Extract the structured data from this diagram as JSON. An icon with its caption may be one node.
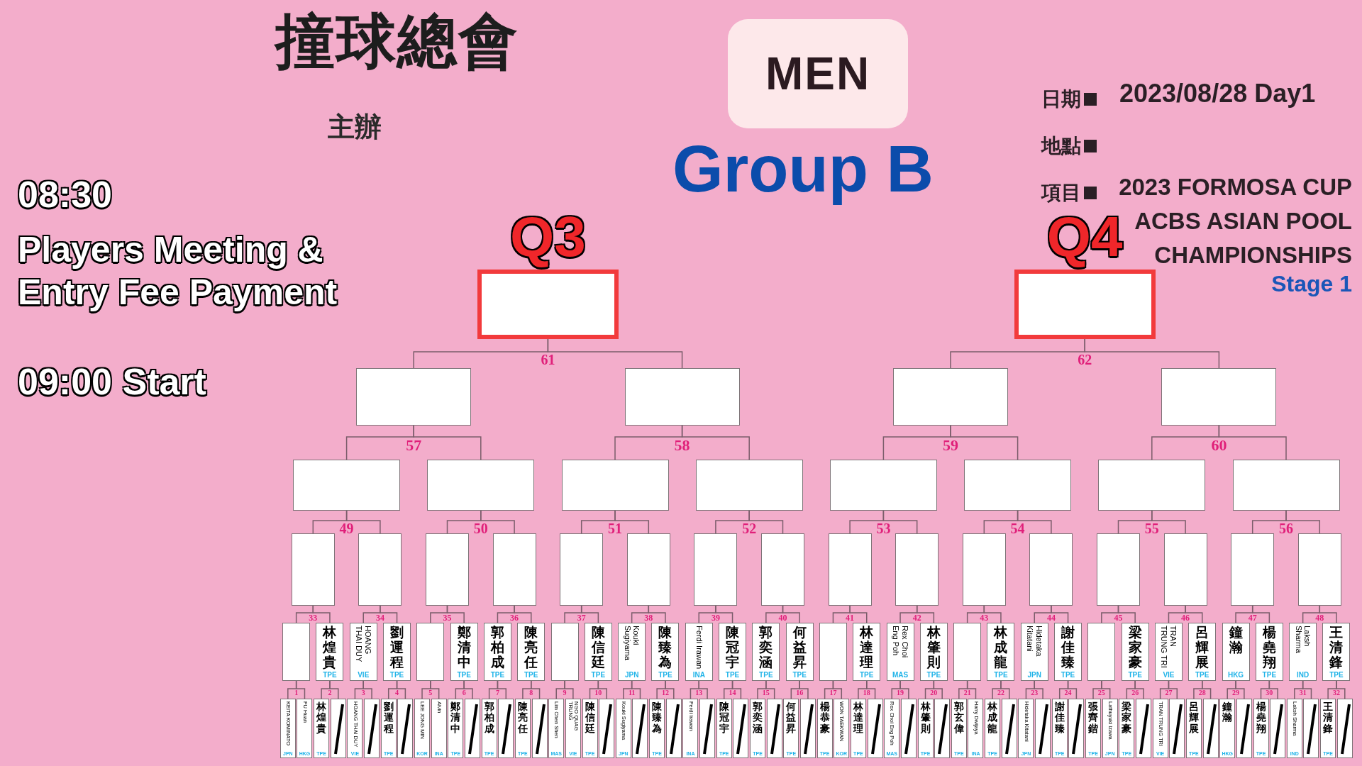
{
  "diagram": {
    "title": "Group B",
    "nodes": [
      {
        "text": [
          "MEN"
        ]
      },
      {
        "text": [
          "Q3"
        ]
      },
      {
        "text": [
          "Q4"
        ]
      },
      {
        "text": [],
        "shape": "box"
      },
      {
        "text": [],
        "shape": "box"
      },
      {
        "text": [],
        "shape": "box"
      },
      {
        "text": [],
        "shape": "box"
      },
      {
        "text": [],
        "shape": "box"
      },
      {
        "text": [],
        "shape": "box"
      },
      {
        "text": [],
        "shape": "box"
      },
      {
        "text": [],
        "shape": "box"
      },
      {
        "text": [],
        "shape": "box"
      },
      {
        "text": [],
        "shape": "box"
      },
      {
        "text": [],
        "shape": "box"
      },
      {
        "text": [],
        "shape": "box"
      },
      {
        "text": [],
        "shape": "box"
      },
      {
        "text": [],
        "shape": "box"
      },
      {
        "text": [],
        "shape": "box"
      },
      {
        "text": [],
        "shape": "box"
      },
      {
        "text": [],
        "shape": "box"
      },
      {
        "text": [],
        "shape": "box"
      },
      {
        "text": [],
        "shape": "box"
      },
      {
        "text": [],
        "shape": "box"
      },
      {
        "text": [],
        "shape": "box"
      },
      {
        "text": [],
        "shape": "box"
      },
      {
        "text": [],
        "shape": "box"
      },
      {
        "text": [],
        "shape": "box"
      },
      {
        "text": [],
        "shape": "box"
      },
      {
        "text": [],
        "shape": "box"
      },
      {
        "text": [],
        "shape": "box"
      },
      {
        "text": [],
        "shape": "box"
      },
      {
        "text": [],
        "shape": "box"
      },
      {
        "text": [
          "林煌貴",
          "TPE"
        ]
      },
      {
        "text": [
          "HOANG THAI DUY",
          "VIE"
        ]
      },
      {
        "text": [
          "劉運程",
          "TPE"
        ]
      },
      {
        "text": [],
        "shape": "box"
      },
      {
        "text": [
          "鄭清中",
          "TPE"
        ]
      },
      {
        "text": [
          "郭柏成",
          "TPE"
        ]
      },
      {
        "text": [
          "陳亮任",
          "TPE"
        ]
      },
      {
        "text": [],
        "shape": "box"
      },
      {
        "text": [
          "陳信廷",
          "TPE"
        ]
      },
      {
        "text": [
          "Kouki Sugiyama",
          "JPN"
        ]
      },
      {
        "text": [
          "陳臻為",
          "TPE"
        ]
      },
      {
        "text": [
          "Ferdi Irawan",
          "INA"
        ]
      },
      {
        "text": [
          "陳冠宇",
          "TPE"
        ]
      },
      {
        "text": [
          "郭奕涵",
          "TPE"
        ]
      },
      {
        "text": [
          "何益昇",
          "TPE"
        ]
      },
      {
        "text": [],
        "shape": "box"
      },
      {
        "text": [
          "林達理",
          "TPE"
        ]
      },
      {
        "text": [
          "Rex Choi Eng Poh",
          "MAS"
        ]
      },
      {
        "text": [
          "林肇則",
          "TPE"
        ]
      },
      {
        "text": [],
        "shape": "box"
      },
      {
        "text": [
          "林成龍",
          "TPE"
        ]
      },
      {
        "text": [
          "Hidetaka Kitatani",
          "JPN"
        ]
      },
      {
        "text": [
          "謝佳臻",
          "TPE"
        ]
      },
      {
        "text": [],
        "shape": "box"
      },
      {
        "text": [
          "梁家豪",
          "TPE"
        ]
      },
      {
        "text": [
          "TRAN TRUNG TRI",
          "VIE"
        ]
      },
      {
        "text": [
          "呂輝展",
          "TPE"
        ]
      },
      {
        "text": [
          "鐘瀚",
          "HKG"
        ]
      },
      {
        "text": [
          "楊堯翔",
          "TPE"
        ]
      },
      {
        "text": [
          "Laksh Sharma",
          "IND"
        ]
      },
      {
        "text": [
          "王清鋒",
          "TPE"
        ]
      },
      {
        "text": [
          "KEITA KOMINATO",
          "JPN"
        ]
      },
      {
        "text": [
          "FU Huan",
          "HKG"
        ]
      },
      {
        "text": [
          "林煌貴",
          "TPE"
        ]
      },
      {
        "text": [],
        "shape": "box"
      },
      {
        "text": [
          "HOANG THAI DUY",
          "VIE"
        ]
      },
      {
        "text": [],
        "shape": "box"
      },
      {
        "text": [
          "劉運程",
          "TPE"
        ]
      },
      {
        "text": [],
        "shape": "box"
      },
      {
        "text": [
          "LEE JONG MIN",
          "KOR"
        ]
      },
      {
        "text": [
          "Alvin",
          "INA"
        ]
      },
      {
        "text": [
          "鄭清中",
          "TPE"
        ]
      },
      {
        "text": [],
        "shape": "box"
      },
      {
        "text": [
          "郭柏成",
          "TPE"
        ]
      },
      {
        "text": [],
        "shape": "box"
      },
      {
        "text": [
          "陳亮任",
          "TPE"
        ]
      },
      {
        "text": [],
        "shape": "box"
      },
      {
        "text": [
          "Lim Chen Shen",
          "MAS"
        ]
      },
      {
        "text": [
          "NGO QUAG TRUNG",
          "VIE"
        ]
      },
      {
        "text": [
          "陳信廷",
          "TPE"
        ]
      },
      {
        "text": [],
        "shape": "box"
      },
      {
        "text": [
          "Kouki Sugiyama",
          "JPN"
        ]
      },
      {
        "text": [],
        "shape": "box"
      },
      {
        "text": [
          "陳臻為",
          "TPE"
        ]
      },
      {
        "text": [],
        "shape": "box"
      },
      {
        "text": [
          "Ferdi Irawan",
          "INA"
        ]
      },
      {
        "text": [],
        "shape": "box"
      },
      {
        "text": [
          "陳冠宇",
          "TPE"
        ]
      },
      {
        "text": [],
        "shape": "box"
      },
      {
        "text": [
          "郭奕涵",
          "TPE"
        ]
      },
      {
        "text": [],
        "shape": "box"
      },
      {
        "text": [
          "何益昇",
          "TPE"
        ]
      },
      {
        "text": [],
        "shape": "box"
      },
      {
        "text": [
          "楊恭豪",
          "TPE"
        ]
      },
      {
        "text": [
          "WON TAEKWAN",
          "KOR"
        ]
      },
      {
        "text": [
          "林達理",
          "TPE"
        ]
      },
      {
        "text": [],
        "shape": "box"
      },
      {
        "text": [
          "Rex Choi Eng Poh",
          "MAS"
        ]
      },
      {
        "text": [],
        "shape": "box"
      },
      {
        "text": [
          "林肇則",
          "TPE"
        ]
      },
      {
        "text": [],
        "shape": "box"
      },
      {
        "text": [
          "郭玄偉",
          "TPE"
        ]
      },
      {
        "text": [
          "Harry Dwijaya",
          "INA"
        ]
      },
      {
        "text": [
          "林成龍",
          "TPE"
        ]
      },
      {
        "text": [],
        "shape": "box"
      },
      {
        "text": [
          "Hidetaka Kitatani",
          "JPN"
        ]
      },
      {
        "text": [],
        "shape": "box"
      },
      {
        "text": [
          "謝佳臻",
          "TPE"
        ]
      },
      {
        "text": [],
        "shape": "box"
      },
      {
        "text": [
          "張齊鍇",
          "TPE"
        ]
      },
      {
        "text": [
          "Lathuyuki Izawa",
          "JPN"
        ]
      },
      {
        "text": [
          "梁家豪",
          "TPE"
        ]
      },
      {
        "text": [],
        "shape": "box"
      },
      {
        "text": [
          "TRAN TRUNG TRI",
          "VIE"
        ]
      },
      {
        "text": [],
        "shape": "box"
      },
      {
        "text": [
          "呂輝展",
          "TPE"
        ]
      },
      {
        "text": [],
        "shape": "box"
      },
      {
        "text": [
          "鐘瀚",
          "HKG"
        ]
      },
      {
        "text": [],
        "shape": "box"
      },
      {
        "text": [
          "楊堯翔",
          "TPE"
        ]
      },
      {
        "text": [],
        "shape": "box"
      },
      {
        "text": [
          "Laksh Sharma",
          "IND"
        ]
      },
      {
        "text": [],
        "shape": "box"
      },
      {
        "text": [
          "王清鋒",
          "TPE"
        ]
      },
      {
        "text": [],
        "shape": "box"
      }
    ],
    "edges": [
      {
        "from": 3,
        "to": 1,
        "arrow": "none",
        "label": "61"
      },
      {
        "from": 4,
        "to": 1,
        "arrow": "none"
      },
      {
        "from": 5,
        "to": 2,
        "arrow": "none",
        "label": "62"
      },
      {
        "from": 6,
        "to": 2,
        "arrow": "none"
      },
      {
        "from": 7,
        "to": 3,
        "arrow": "none",
        "label": "57"
      },
      {
        "from": 8,
        "to": 3,
        "arrow": "none"
      },
      {
        "from": 9,
        "to": 4,
        "arrow": "none",
        "label": "58"
      },
      {
        "from": 10,
        "to": 4,
        "arrow": "none"
      },
      {
        "from": 11,
        "to": 5,
        "arrow": "none",
        "label": "59"
      },
      {
        "from": 12,
        "to": 5,
        "arrow": "none"
      },
      {
        "from": 13,
        "to": 6,
        "arrow": "none",
        "label": "60"
      },
      {
        "from": 14,
        "to": 6,
        "arrow": "none"
      },
      {
        "from": 15,
        "to": 7,
        "arrow": "none",
        "label": "49"
      },
      {
        "from": 16,
        "to": 7,
        "arrow": "none"
      },
      {
        "from": 17,
        "to": 8,
        "arrow": "none",
        "label": "50"
      },
      {
        "from": 18,
        "to": 8,
        "arrow": "none"
      },
      {
        "from": 19,
        "to": 9,
        "arrow": "none",
        "label": "51"
      },
      {
        "from": 20,
        "to": 9,
        "arrow": "none"
      },
      {
        "from": 21,
        "to": 10,
        "arrow": "none",
        "label": "52"
      },
      {
        "from": 22,
        "to": 10,
        "arrow": "none"
      },
      {
        "from": 23,
        "to": 11,
        "arrow": "none",
        "label": "53"
      },
      {
        "from": 24,
        "to": 11,
        "arrow": "none"
      },
      {
        "from": 25,
        "to": 12,
        "arrow": "none",
        "label": "54"
      },
      {
        "from": 26,
        "to": 12,
        "arrow": "none"
      },
      {
        "from": 27,
        "to": 13,
        "arrow": "none",
        "label": "55"
      },
      {
        "from": 28,
        "to": 13,
        "arrow": "none"
      },
      {
        "from": 29,
        "to": 14,
        "arrow": "none",
        "label": "56"
      },
      {
        "from": 30,
        "to": 14,
        "arrow": "none"
      },
      {
        "from": 31,
        "to": 15,
        "arrow": "none",
        "label": "33"
      },
      {
        "from": 32,
        "to": 15,
        "arrow": "none"
      },
      {
        "from": 33,
        "to": 16,
        "arrow": "none",
        "label": "34"
      },
      {
        "from": 34,
        "to": 16,
        "arrow": "none"
      },
      {
        "from": 35,
        "to": 17,
        "arrow": "none",
        "label": "35"
      },
      {
        "from": 36,
        "to": 17,
        "arrow": "none"
      },
      {
        "from": 37,
        "to": 18,
        "arrow": "none",
        "label": "36"
      },
      {
        "from": 38,
        "to": 18,
        "arrow": "none"
      },
      {
        "from": 39,
        "to": 19,
        "arrow": "none",
        "label": "37"
      },
      {
        "from": 40,
        "to": 19,
        "arrow": "none"
      },
      {
        "from": 41,
        "to": 20,
        "arrow": "none",
        "label": "38"
      },
      {
        "from": 42,
        "to": 20,
        "arrow": "none"
      },
      {
        "from": 43,
        "to": 21,
        "arrow": "none",
        "label": "39"
      },
      {
        "from": 44,
        "to": 21,
        "arrow": "none"
      },
      {
        "from": 45,
        "to": 22,
        "arrow": "none",
        "label": "40"
      },
      {
        "from": 46,
        "to": 22,
        "arrow": "none"
      },
      {
        "from": 47,
        "to": 23,
        "arrow": "none",
        "label": "41"
      },
      {
        "from": 48,
        "to": 23,
        "arrow": "none"
      },
      {
        "from": 49,
        "to": 24,
        "arrow": "none",
        "label": "42"
      },
      {
        "from": 50,
        "to": 24,
        "arrow": "none"
      },
      {
        "from": 51,
        "to": 25,
        "arrow": "none",
        "label": "43"
      },
      {
        "from": 52,
        "to": 25,
        "arrow": "none"
      },
      {
        "from": 53,
        "to": 26,
        "arrow": "none",
        "label": "44"
      },
      {
        "from": 54,
        "to": 26,
        "arrow": "none"
      },
      {
        "from": 55,
        "to": 27,
        "arrow": "none",
        "label": "45"
      },
      {
        "from": 56,
        "to": 27,
        "arrow": "none"
      },
      {
        "from": 57,
        "to": 28,
        "arrow": "none",
        "label": "46"
      },
      {
        "from": 58,
        "to": 28,
        "arrow": "none"
      },
      {
        "from": 59,
        "to": 29,
        "arrow": "none",
        "label": "47"
      },
      {
        "from": 60,
        "to": 29,
        "arrow": "none"
      },
      {
        "from": 61,
        "to": 30,
        "arrow": "none",
        "label": "48"
      },
      {
        "from": 62,
        "to": 30,
        "arrow": "none"
      },
      {
        "from": 63,
        "to": 31,
        "arrow": "none",
        "label": "1"
      },
      {
        "from": 64,
        "to": 31,
        "arrow": "none"
      },
      {
        "from": 65,
        "to": 32,
        "arrow": "none",
        "label": "2"
      },
      {
        "from": 66,
        "to": 32,
        "arrow": "none"
      },
      {
        "from": 67,
        "to": 33,
        "arrow": "none",
        "label": "3"
      },
      {
        "from": 68,
        "to": 33,
        "arrow": "none"
      },
      {
        "from": 69,
        "to": 34,
        "arrow": "none",
        "label": "4"
      },
      {
        "from": 70,
        "to": 34,
        "arrow": "none"
      },
      {
        "from": 71,
        "to": 35,
        "arrow": "none",
        "label": "5"
      },
      {
        "from": 72,
        "to": 35,
        "arrow": "none"
      },
      {
        "from": 73,
        "to": 36,
        "arrow": "none",
        "label": "6"
      },
      {
        "from": 74,
        "to": 36,
        "arrow": "none"
      },
      {
        "from": 75,
        "to": 37,
        "arrow": "none",
        "label": "7"
      },
      {
        "from": 76,
        "to": 37,
        "arrow": "none"
      },
      {
        "from": 77,
        "to": 38,
        "arrow": "none",
        "label": "8"
      },
      {
        "from": 78,
        "to": 38,
        "arrow": "none"
      },
      {
        "from": 79,
        "to": 39,
        "arrow": "none",
        "label": "9"
      },
      {
        "from": 80,
        "to": 39,
        "arrow": "none"
      },
      {
        "from": 81,
        "to": 40,
        "arrow": "none",
        "label": "10"
      },
      {
        "from": 82,
        "to": 40,
        "arrow": "none"
      },
      {
        "from": 83,
        "to": 41,
        "arrow": "none",
        "label": "11"
      },
      {
        "from": 84,
        "to": 41,
        "arrow": "none"
      },
      {
        "from": 85,
        "to": 42,
        "arrow": "none",
        "label": "12"
      },
      {
        "from": 86,
        "to": 42,
        "arrow": "none"
      },
      {
        "from": 87,
        "to": 43,
        "arrow": "none",
        "label": "13"
      },
      {
        "from": 88,
        "to": 43,
        "arrow": "none"
      },
      {
        "from": 89,
        "to": 44,
        "arrow": "none",
        "label": "14"
      },
      {
        "from": 90,
        "to": 44,
        "arrow": "none"
      },
      {
        "from": 91,
        "to": 45,
        "arrow": "none",
        "label": "15"
      },
      {
        "from": 92,
        "to": 45,
        "arrow": "none"
      },
      {
        "from": 93,
        "to": 46,
        "arrow": "none",
        "label": "16"
      },
      {
        "from": 94,
        "to": 46,
        "arrow": "none"
      },
      {
        "from": 95,
        "to": 47,
        "arrow": "none",
        "label": "17"
      },
      {
        "from": 96,
        "to": 47,
        "arrow": "none"
      },
      {
        "from": 97,
        "to": 48,
        "arrow": "none",
        "label": "18"
      },
      {
        "from": 98,
        "to": 48,
        "arrow": "none"
      },
      {
        "from": 99,
        "to": 49,
        "arrow": "none",
        "label": "19"
      },
      {
        "from": 100,
        "to": 49,
        "arrow": "none"
      },
      {
        "from": 101,
        "to": 50,
        "arrow": "none",
        "label": "20"
      },
      {
        "from": 102,
        "to": 50,
        "arrow": "none"
      },
      {
        "from": 103,
        "to": 51,
        "arrow": "none",
        "label": "21"
      },
      {
        "from": 104,
        "to": 51,
        "arrow": "none"
      },
      {
        "from": 105,
        "to": 52,
        "arrow": "none",
        "label": "22"
      },
      {
        "from": 106,
        "to": 52,
        "arrow": "none"
      },
      {
        "from": 107,
        "to": 53,
        "arrow": "none",
        "label": "23"
      },
      {
        "from": 108,
        "to": 53,
        "arrow": "none"
      },
      {
        "from": 109,
        "to": 54,
        "arrow": "none",
        "label": "24"
      },
      {
        "from": 110,
        "to": 54,
        "arrow": "none"
      },
      {
        "from": 111,
        "to": 55,
        "arrow": "none",
        "label": "25"
      },
      {
        "from": 112,
        "to": 55,
        "arrow": "none"
      },
      {
        "from": 113,
        "to": 56,
        "arrow": "none",
        "label": "26"
      },
      {
        "from": 114,
        "to": 56,
        "arrow": "none"
      },
      {
        "from": 115,
        "to": 57,
        "arrow": "none",
        "label": "27"
      },
      {
        "from": 116,
        "to": 57,
        "arrow": "none"
      },
      {
        "from": 117,
        "to": 58,
        "arrow": "none",
        "label": "28"
      },
      {
        "from": 118,
        "to": 58,
        "arrow": "none"
      },
      {
        "from": 119,
        "to": 59,
        "arrow": "none",
        "label": "29"
      },
      {
        "from": 120,
        "to": 59,
        "arrow": "none"
      },
      {
        "from": 121,
        "to": 60,
        "arrow": "none",
        "label": "30"
      },
      {
        "from": 122,
        "to": 60,
        "arrow": "none"
      },
      {
        "from": 123,
        "to": 61,
        "arrow": "none",
        "label": "31"
      },
      {
        "from": 124,
        "to": 61,
        "arrow": "none"
      },
      {
        "from": 125,
        "to": 62,
        "arrow": "none",
        "label": "32"
      },
      {
        "from": 126,
        "to": 62,
        "arrow": "none"
      }
    ],
    "labels": [
      "撞球總會",
      "主辦",
      "08:30",
      "Players Meeting & Entry Fee Payment",
      "09:00 Start",
      "日期",
      "2023/08/28 Day1",
      "地點",
      "項目",
      "2023 FORMOSA CUP ACBS ASIAN POOL CHAMPIONSHIPS",
      "Stage 1"
    ]
  }
}
